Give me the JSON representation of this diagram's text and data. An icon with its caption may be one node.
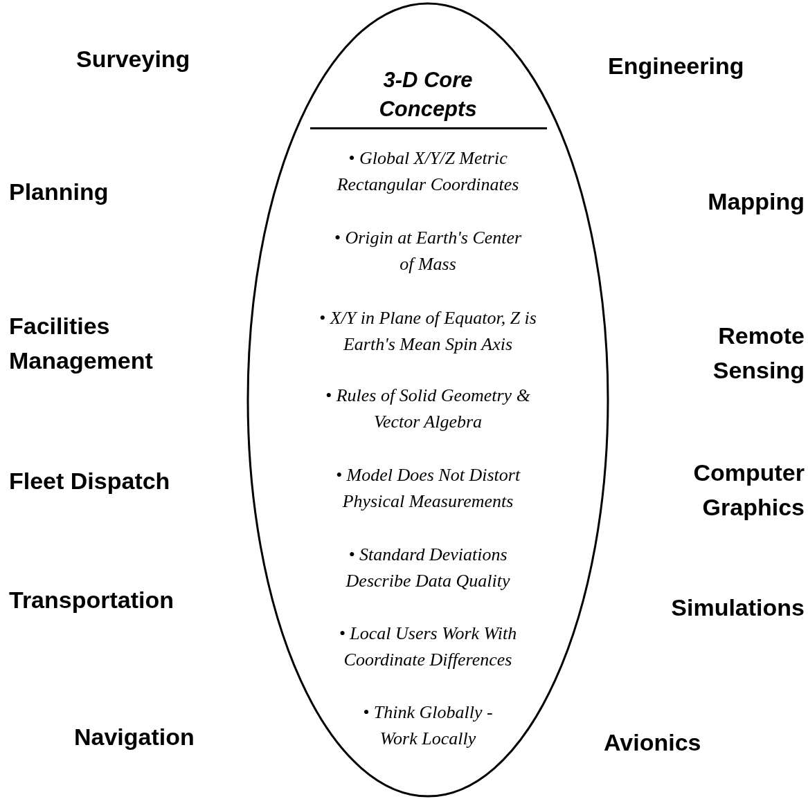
{
  "diagram": {
    "nodes": [
      {
        "text": [
          "3-D Core Concepts",
          "• Global X/Y/Z Metric Rectangular Coordinates",
          "• Origin at Earth's Center of Mass",
          "• X/Y in Plane of Equator, Z is Earth's Mean Spin Axis",
          "• Rules of Solid Geometry & Vector Algebra",
          "• Model Does Not Distort Physical Measurements",
          "• Standard Deviations Describe Data Quality",
          "• Local Users Work With Coordinate Differences",
          "• Think Globally - Work Locally"
        ]
      }
    ],
    "labels": [
      "Surveying",
      "Engineering",
      "Planning",
      "Mapping",
      "Facilities Management",
      "Remote Sensing",
      "Fleet Dispatch",
      "Computer Graphics",
      "Transportation",
      "Simulations",
      "Navigation",
      "Avionics"
    ]
  }
}
